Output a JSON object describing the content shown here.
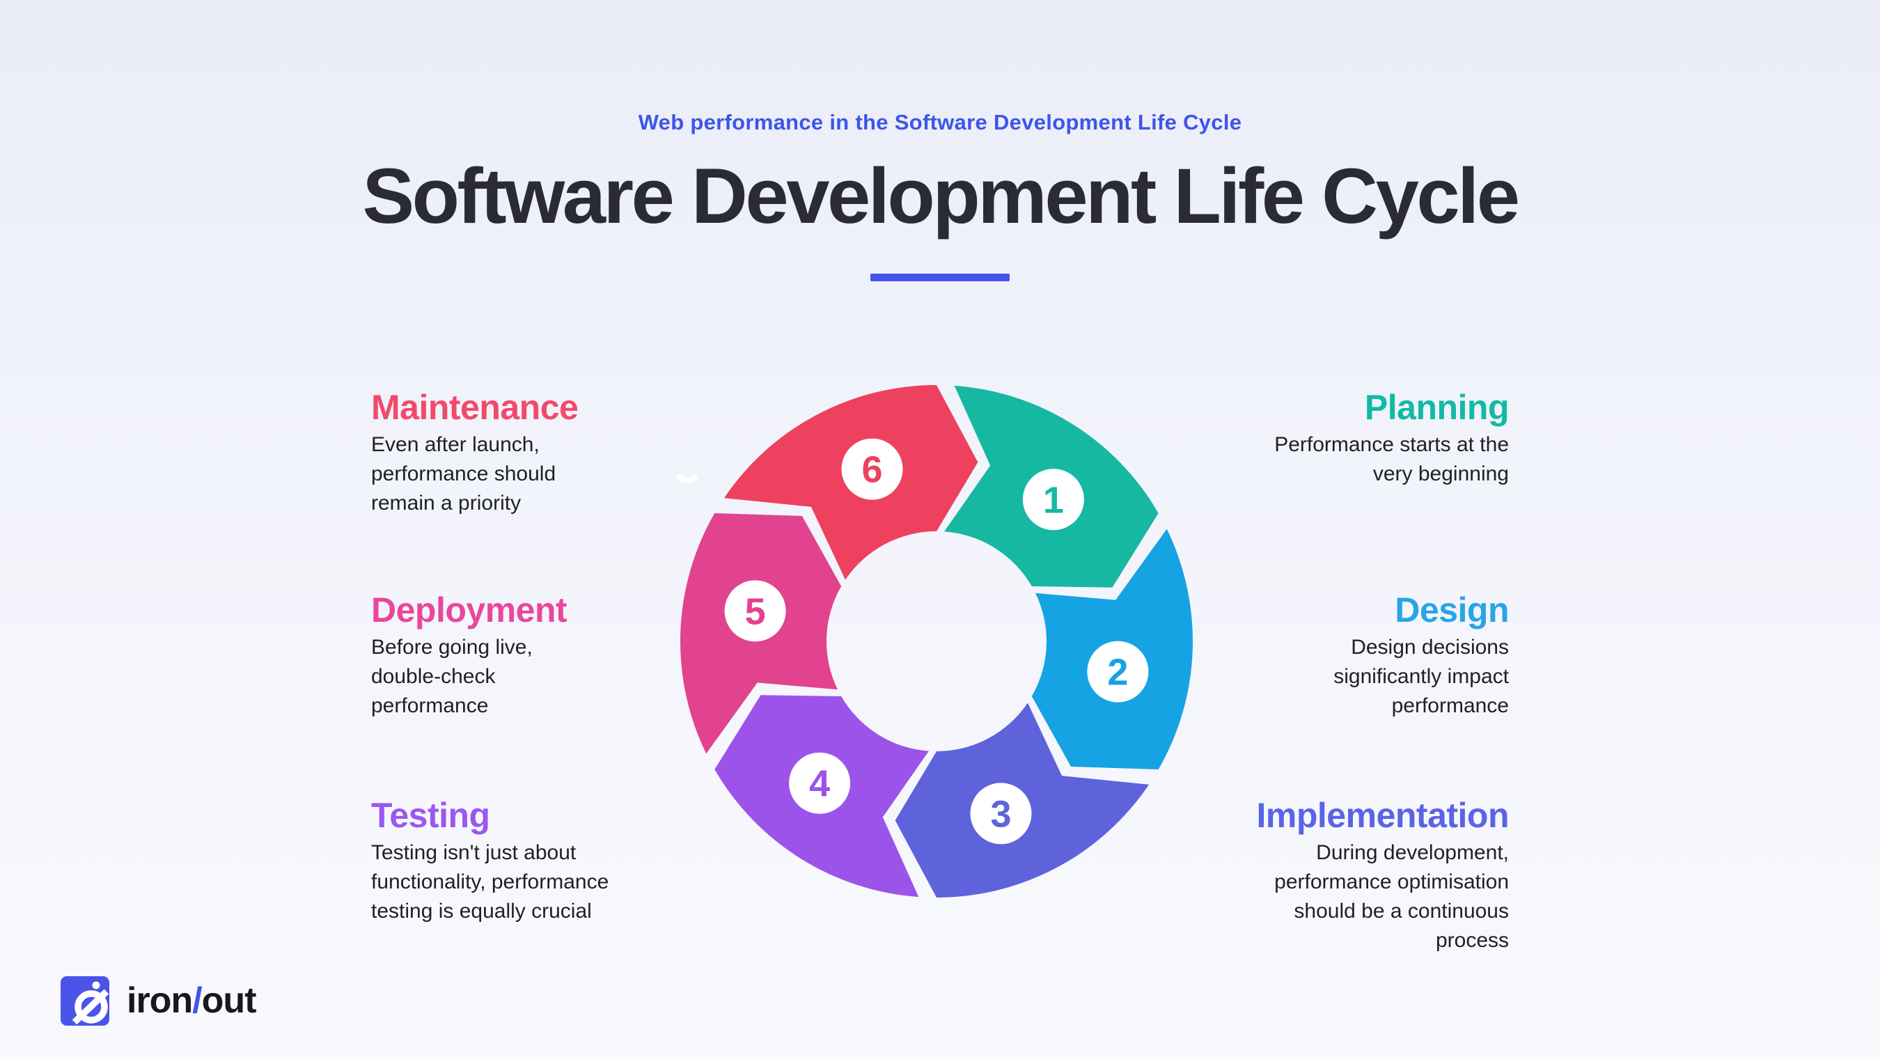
{
  "page": {
    "eyebrow": "Web performance in the Software Development Life Cycle",
    "title": "Software Development Life Cycle",
    "eyebrow_color": "#3D55E8",
    "underline_color": "#4353E6",
    "title_color": "#2B2B33",
    "body_text_color": "#1F1F26"
  },
  "phases": [
    {
      "number": "1",
      "name": "Planning",
      "description": "Performance starts at the\nvery beginning",
      "heading_color": "#12B9A5",
      "segment_color": "#16B8A2",
      "side": "right"
    },
    {
      "number": "2",
      "name": "Design",
      "description": "Design decisions\nsignificantly impact\nperformance",
      "heading_color": "#29A4E6",
      "segment_color": "#16A3E3",
      "side": "right"
    },
    {
      "number": "3",
      "name": "Implementation",
      "description": "During development,\nperformance optimisation\nshould be a continuous\nprocess",
      "heading_color": "#5A64E8",
      "segment_color": "#5E63DC",
      "side": "right"
    },
    {
      "number": "4",
      "name": "Testing",
      "description": "Testing isn't just about\nfunctionality, performance\ntesting is equally crucial",
      "heading_color": "#9B57F0",
      "segment_color": "#9C53EA",
      "side": "left"
    },
    {
      "number": "5",
      "name": "Deployment",
      "description": "Before going live,\ndouble-check\nperformance",
      "heading_color": "#E8479C",
      "segment_color": "#E1438F",
      "side": "left"
    },
    {
      "number": "6",
      "name": "Maintenance",
      "description": "Even after launch,\nperformance should\nremain a priority",
      "heading_color": "#F24A6A",
      "segment_color": "#EE415F",
      "side": "left"
    }
  ],
  "wheel": {
    "number_circle_color": "#FFFFFF",
    "decoration": "white-swoosh"
  },
  "logo": {
    "icon": "crossed-circle-logo-icon",
    "square_color": "#4A54E8",
    "word_left": "iron",
    "slash": "/",
    "word_right": "out",
    "slash_color": "#4353E8"
  }
}
